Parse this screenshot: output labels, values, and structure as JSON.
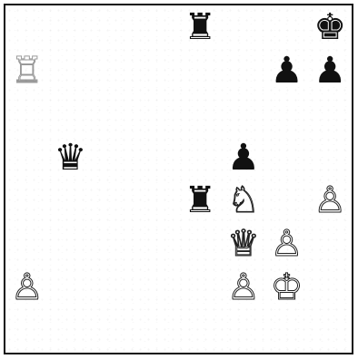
{
  "board": {
    "pieces": [
      {
        "id": "black-rook-1",
        "glyph": "♜",
        "color": "black",
        "square": "e8"
      },
      {
        "id": "black-king",
        "glyph": "♚",
        "color": "black",
        "square": "h8"
      },
      {
        "id": "faded-piece",
        "glyph": "♖",
        "color": "white",
        "square": "a7"
      },
      {
        "id": "black-pawn-1",
        "glyph": "♟",
        "color": "black",
        "square": "g7"
      },
      {
        "id": "black-pawn-2",
        "glyph": "♟",
        "color": "black",
        "square": "h7"
      },
      {
        "id": "black-queen",
        "glyph": "♛",
        "color": "black",
        "square": "b5"
      },
      {
        "id": "black-pawn-3",
        "glyph": "♟",
        "color": "black",
        "square": "f5"
      },
      {
        "id": "black-rook-2",
        "glyph": "♜",
        "color": "black",
        "square": "e4"
      },
      {
        "id": "white-knight",
        "glyph": "♘",
        "color": "white",
        "square": "f4"
      },
      {
        "id": "white-pawn-1",
        "glyph": "♙",
        "color": "white",
        "square": "h4"
      },
      {
        "id": "white-queen",
        "glyph": "♕",
        "color": "white",
        "square": "f3"
      },
      {
        "id": "white-pawn-2",
        "glyph": "♙",
        "color": "white",
        "square": "g3"
      },
      {
        "id": "white-pawn-3",
        "glyph": "♙",
        "color": "white",
        "square": "a2"
      },
      {
        "id": "white-pawn-4",
        "glyph": "♙",
        "color": "white",
        "square": "f2"
      },
      {
        "id": "white-king",
        "glyph": "♔",
        "color": "white",
        "square": "g2"
      }
    ]
  }
}
